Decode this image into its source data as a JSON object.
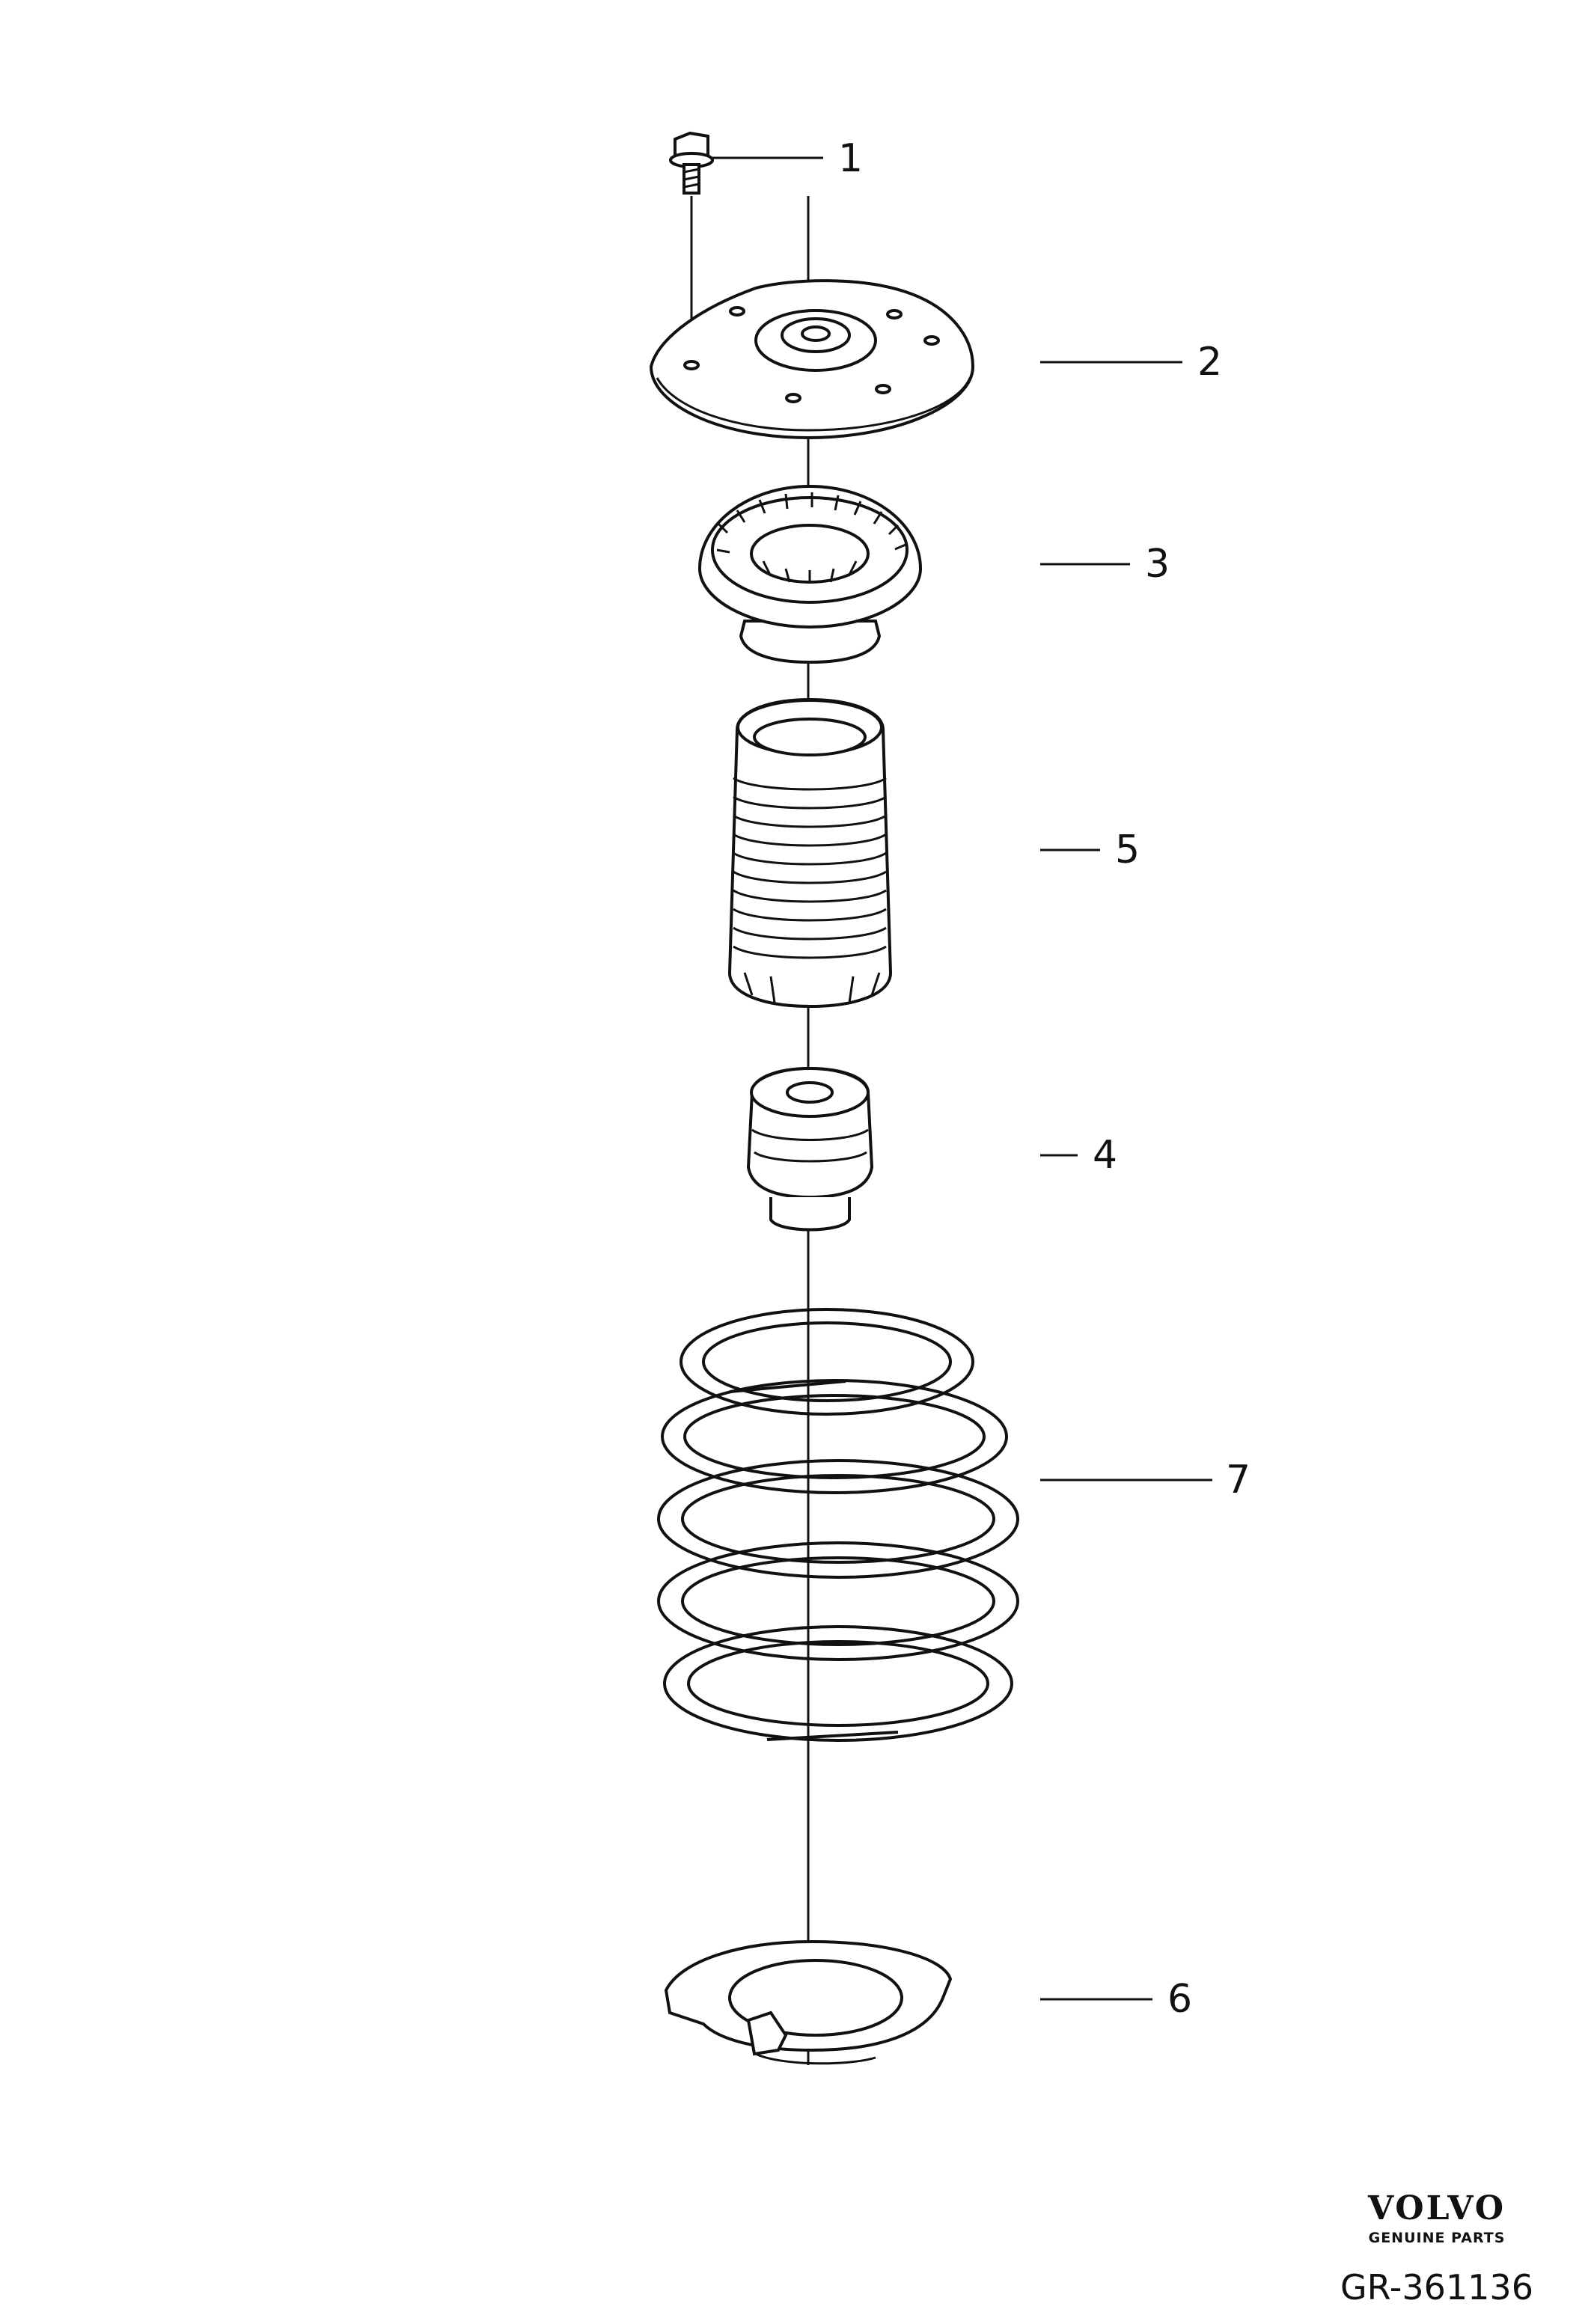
{
  "callouts": [
    "1",
    "2",
    "3",
    "5",
    "4",
    "7",
    "6"
  ],
  "brand": {
    "name": "VOLVO",
    "tagline": "GENUINE PARTS"
  },
  "diagram_id": "GR-361136"
}
